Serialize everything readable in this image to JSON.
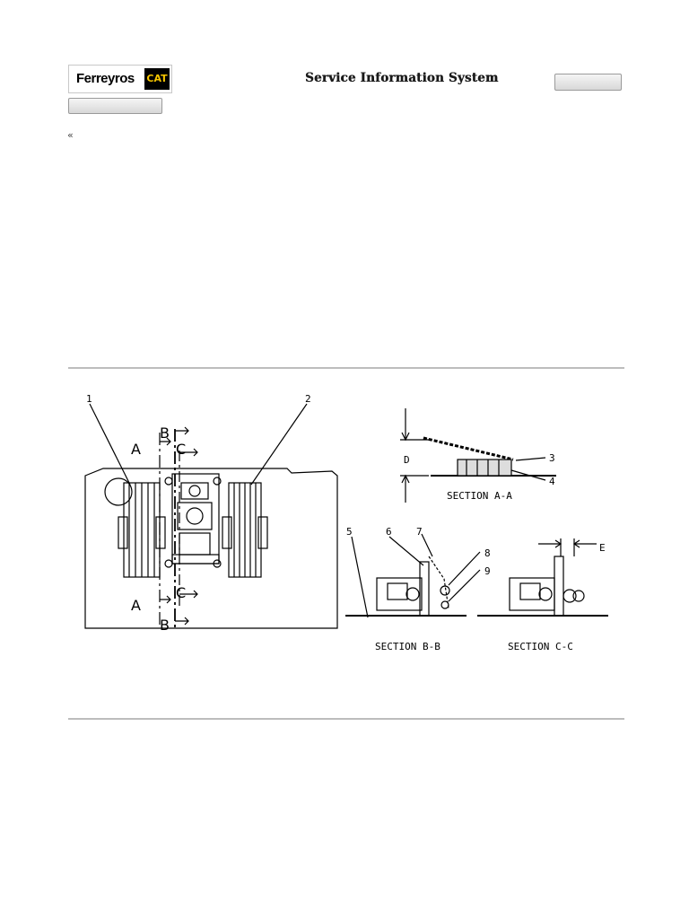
{
  "header": {
    "logo_text": "Ferreyros",
    "logo_badge": "CAT",
    "title": "Service Information System",
    "right_button_label": "",
    "left_button_label": ""
  },
  "nav": {
    "back_glyph": "«"
  },
  "figure": {
    "callouts": [
      "1",
      "2",
      "3",
      "4",
      "5",
      "6",
      "7",
      "8",
      "9"
    ],
    "section_markers": {
      "a": "A",
      "b": "B",
      "c": "C"
    },
    "dimensions": {
      "d": "D",
      "e": "E"
    },
    "captions": {
      "section_aa": "SECTION A-A",
      "section_bb": "SECTION B-B",
      "section_cc": "SECTION C-C"
    }
  }
}
